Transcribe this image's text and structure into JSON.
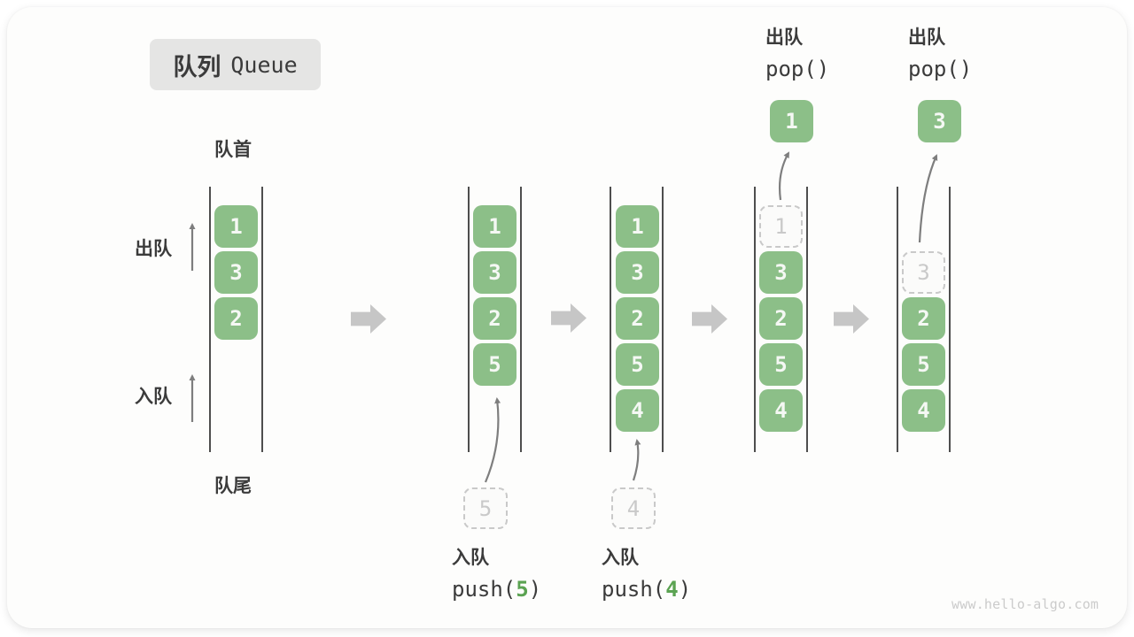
{
  "title": {
    "zh": "队列",
    "en": "Queue"
  },
  "side_labels": {
    "front": "队首",
    "rear": "队尾",
    "dequeue": "出队",
    "enqueue": "入队"
  },
  "states": [
    {
      "cells": {
        "s0": "1",
        "s1": "3",
        "s2": "2"
      }
    },
    {
      "cells": {
        "s0": "1",
        "s1": "3",
        "s2": "2",
        "s3": "5"
      },
      "pending": "5",
      "op": {
        "zh": "入队",
        "fn": "push(",
        "arg": "5",
        "close": ")"
      }
    },
    {
      "cells": {
        "s0": "1",
        "s1": "3",
        "s2": "2",
        "s3": "5",
        "s4": "4"
      },
      "pending": "4",
      "op": {
        "zh": "入队",
        "fn": "push(",
        "arg": "4",
        "close": ")"
      }
    },
    {
      "cells": {
        "s1": "3",
        "s2": "2",
        "s3": "5",
        "s4": "4"
      },
      "removed": "1",
      "popped": "1",
      "op": {
        "zh": "出队",
        "fn": "pop()"
      }
    },
    {
      "cells": {
        "s2": "2",
        "s3": "5",
        "s4": "4"
      },
      "removed": "3",
      "popped": "3",
      "op": {
        "zh": "出队",
        "fn": "pop()"
      }
    }
  ],
  "watermark": "www.hello-algo.com",
  "colors": {
    "green": "#8CBF88",
    "green_text": "#F5F8F4",
    "code_green": "#5BA352",
    "text_dark": "#3B3B3B",
    "wall": "#4E4E4E",
    "thin_arrow": "#7E7E7E",
    "block_arrow": "#C6C6C6",
    "dashed": "#C9C9C9",
    "dashed_text": "#C9C9C9",
    "title_bg": "#E5E5E4",
    "watermark_color": "#CBCBCB"
  }
}
